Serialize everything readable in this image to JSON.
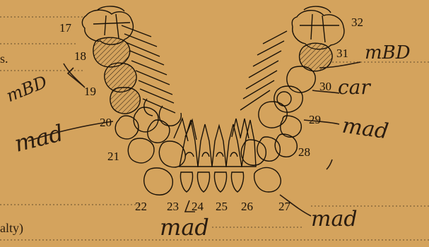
{
  "tooth_numbers": [
    "17",
    "18",
    "19",
    "20",
    "21",
    "22",
    "23",
    "24",
    "25",
    "26",
    "27",
    "28",
    "29",
    "30",
    "31",
    "32"
  ],
  "annotations": {
    "left_mbd": "mBD",
    "left_mad": "mad",
    "bottom_mad_center": "mad",
    "bottom_mad_right": "mad",
    "right_mbd": "mBD",
    "right_car": "car",
    "right_mad": "mad"
  },
  "form_text": {
    "left_edge_top": "s.",
    "left_edge_bottom": "alty)"
  },
  "shaded_teeth": [
    "18",
    "19",
    "31"
  ],
  "colors": {
    "paper": "#d4a35d",
    "ink": "#1a1208",
    "rule_line": "#8a6a3c"
  }
}
